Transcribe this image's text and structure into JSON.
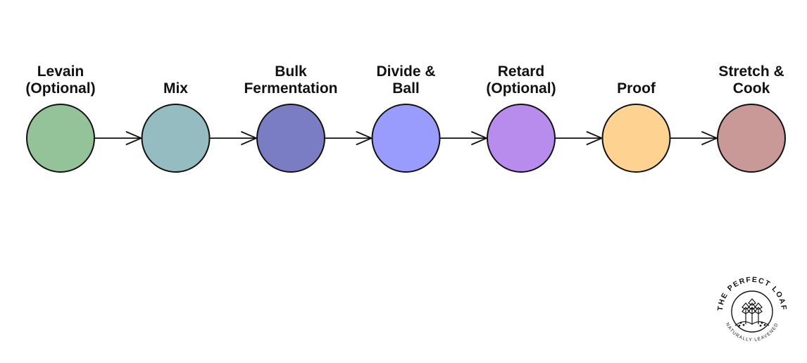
{
  "diagram": {
    "steps": [
      {
        "label": "Levain\n(Optional)",
        "color": "#94c299"
      },
      {
        "label": "Mix",
        "color": "#95bcc1"
      },
      {
        "label": "Bulk\nFermentation",
        "color": "#7b7dc4"
      },
      {
        "label": "Divide &\nBall",
        "color": "#999cfc"
      },
      {
        "label": "Retard\n(Optional)",
        "color": "#b78ced"
      },
      {
        "label": "Proof",
        "color": "#fed391"
      },
      {
        "label": "Stretch &\nCook",
        "color": "#c89997"
      }
    ],
    "stroke_color": "#111111"
  },
  "logo": {
    "name": "the-perfect-loaf-logo",
    "arc_top": "THE PERFECT LOAF",
    "arc_bottom": "NATURALLY LEAVENED",
    "icon": "wheat-icon"
  }
}
